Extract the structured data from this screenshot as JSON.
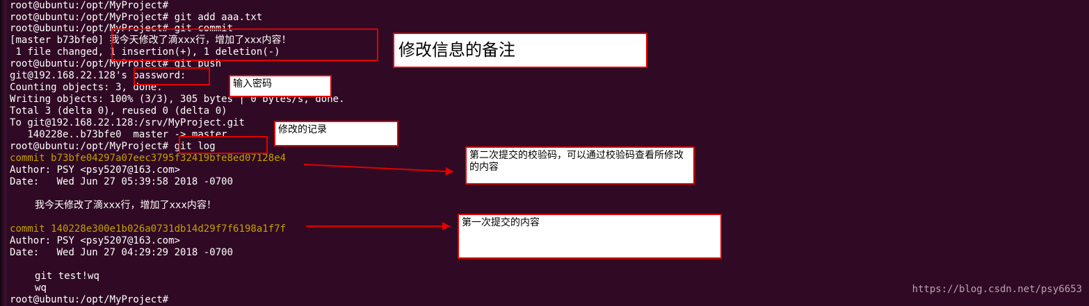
{
  "terminal": {
    "lines": [
      "root@ubuntu:/opt/MyProject#",
      "root@ubuntu:/opt/MyProject# git add aaa.txt",
      "root@ubuntu:/opt/MyProject# git commit",
      "[master b73bfe0] 我今天修改了滴xxx行，增加了xxx内容！",
      " 1 file changed, 1 insertion(+), 1 deletion(-)",
      "root@ubuntu:/opt/MyProject# git push",
      "git@192.168.22.128's password:",
      "Counting objects: 3, done.",
      "Writing objects: 100% (3/3), 305 bytes | 0 bytes/s, done.",
      "Total 3 (delta 0), reused 0 (delta 0)",
      "To git@192.168.22.128:/srv/MyProject.git",
      "   140228e..b73bfe0  master -> master",
      "root@ubuntu:/opt/MyProject# git log",
      "commit b73bfe04297a07eec3795f32419bfe8ed07128e4",
      "Author: PSY <psy5207@163.com>",
      "Date:   Wed Jun 27 05:39:58 2018 -0700",
      "",
      "我今天修改了滴xxx行，增加了xxx内容！",
      "",
      "commit 140228e300e1b026a0731db14d29f7f6198a1f7f",
      "Author: PSY <psy5207@163.com>",
      "Date:   Wed Jun 27 04:29:29 2018 -0700",
      "",
      "git test!wq",
      "wq",
      "root@ubuntu:/opt/MyProject#"
    ]
  },
  "annotations": {
    "commit_message_note": "修改信息的备注",
    "password_note": "输入密码",
    "log_note": "修改的记录",
    "second_commit_note": "第二次提交的校验码，可以通过校验码查看所修改的内容",
    "first_commit_note": "第一次提交的内容"
  },
  "watermark": "https://blog.csdn.net/psy6653",
  "colors": {
    "background": "#300a24",
    "text": "#ffffff",
    "commit_hash": "#c4a000",
    "annotation_border": "#e00000"
  }
}
